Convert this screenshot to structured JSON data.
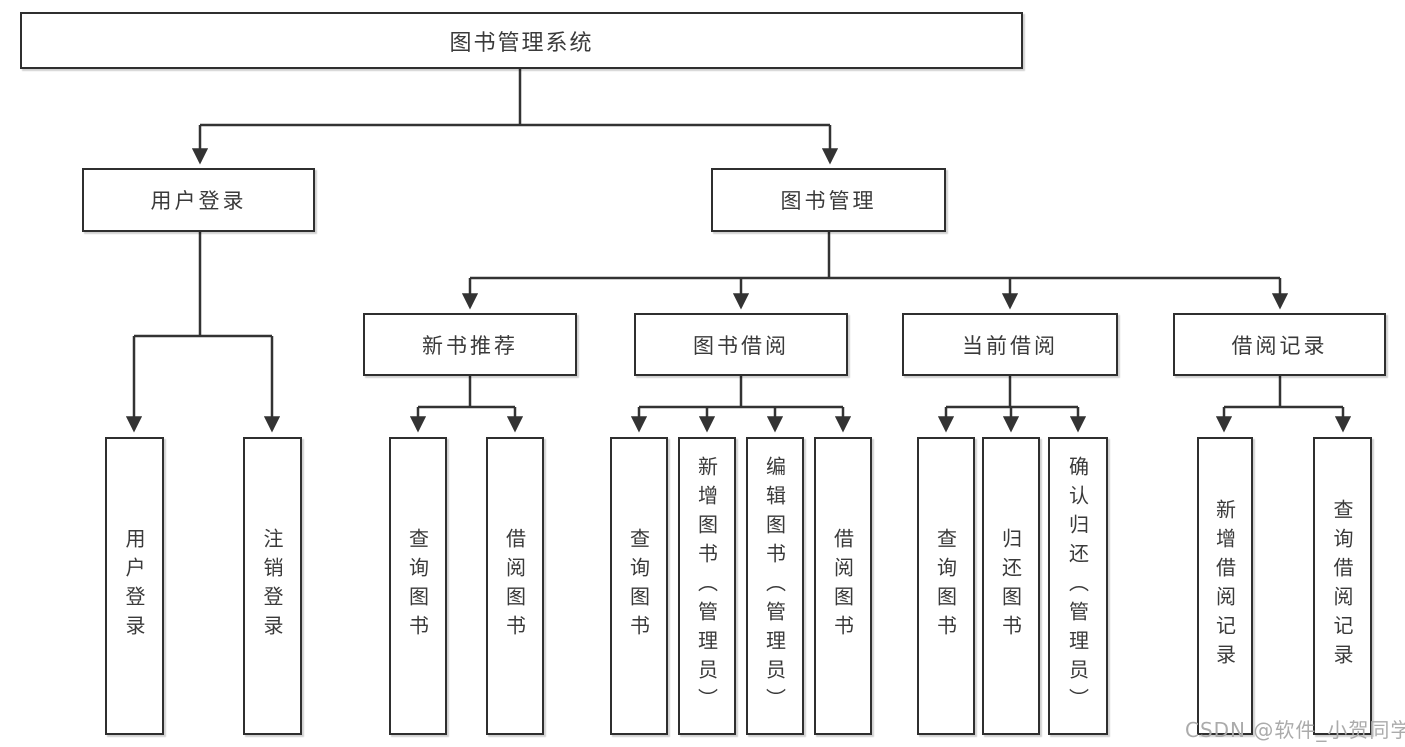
{
  "diagram_title": "图书管理系统",
  "watermark": {
    "text": "CSDN @软件_小贺同学",
    "color": "#ababab"
  },
  "colors": {
    "line": "#333333",
    "text": "#3a3a3a",
    "box_border": "#2f2f2f",
    "background": "#ffffff"
  },
  "tree": {
    "label": "图书管理系统",
    "children": [
      {
        "label": "用户登录",
        "children": [
          {
            "label": "用户登录"
          },
          {
            "label": "注销登录"
          }
        ]
      },
      {
        "label": "图书管理",
        "children": [
          {
            "label": "新书推荐",
            "children": [
              {
                "label": "查询图书"
              },
              {
                "label": "借阅图书"
              }
            ]
          },
          {
            "label": "图书借阅",
            "children": [
              {
                "label": "查询图书"
              },
              {
                "label": "新增图书（管理员）"
              },
              {
                "label": "编辑图书（管理员）"
              },
              {
                "label": "借阅图书"
              }
            ]
          },
          {
            "label": "当前借阅",
            "children": [
              {
                "label": "查询图书"
              },
              {
                "label": "归还图书"
              },
              {
                "label": "确认归还（管理员）"
              }
            ]
          },
          {
            "label": "借阅记录",
            "children": [
              {
                "label": "新增借阅记录"
              },
              {
                "label": "查询借阅记录"
              }
            ]
          }
        ]
      }
    ]
  }
}
